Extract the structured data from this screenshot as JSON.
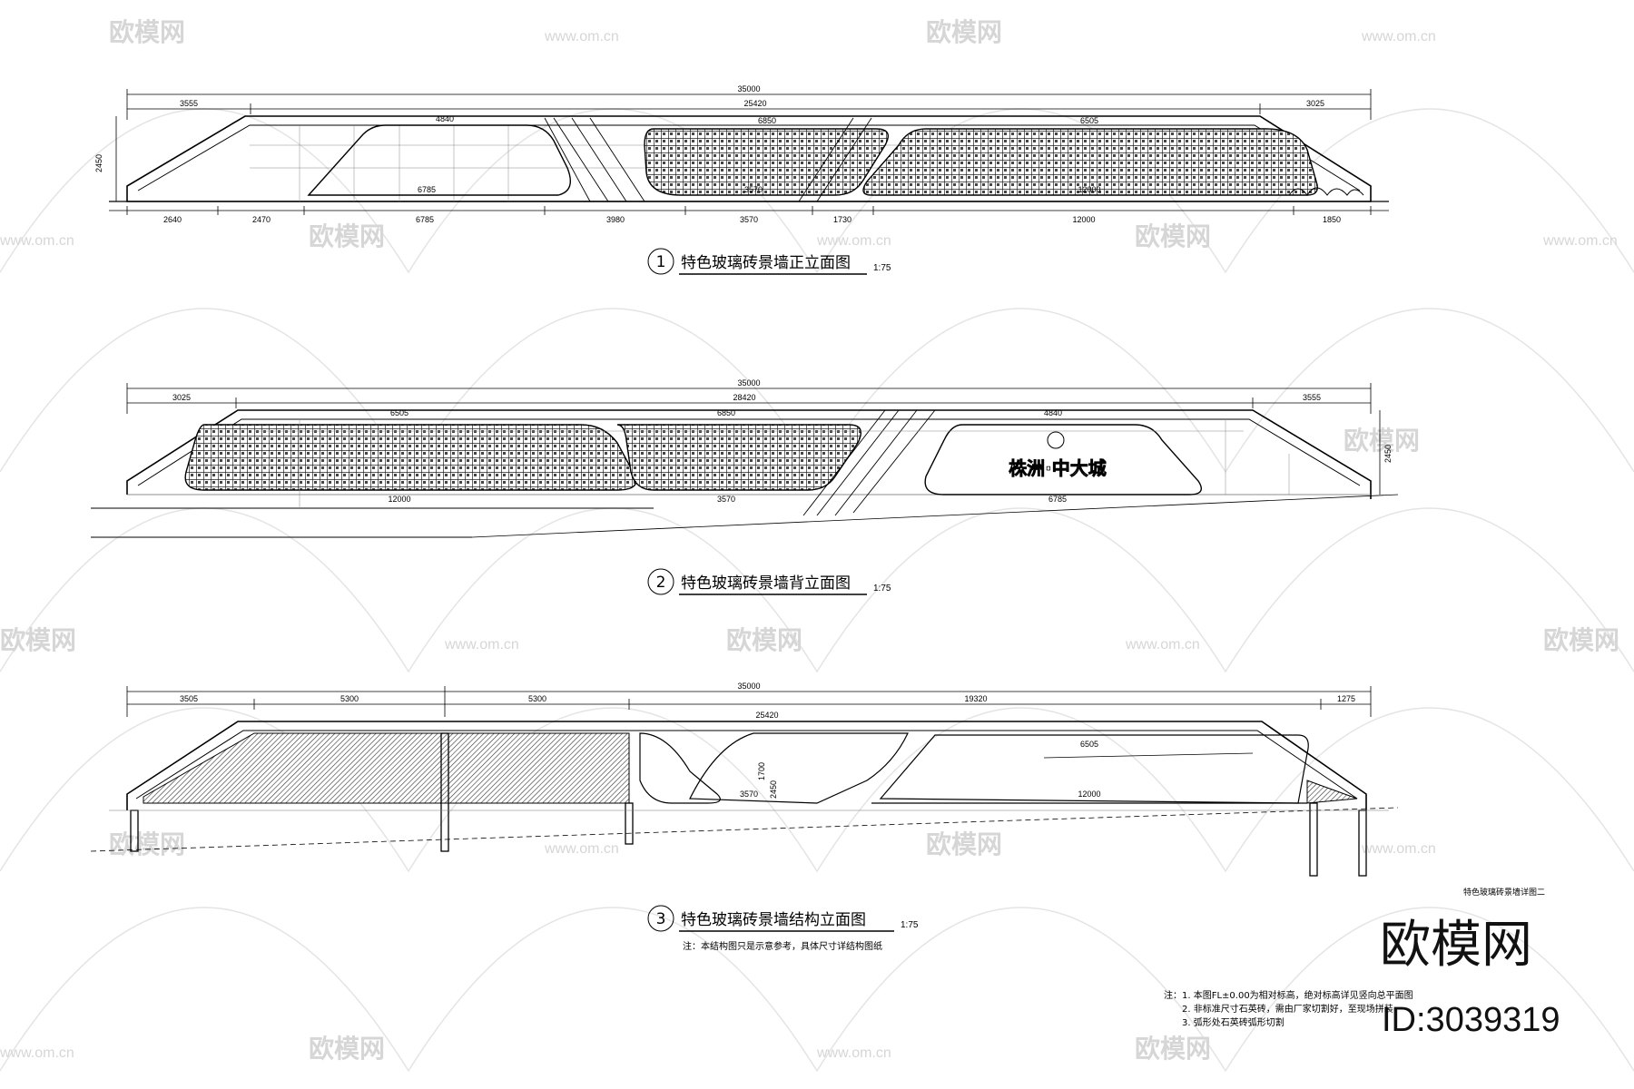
{
  "views": [
    {
      "number": "1",
      "title": "特色玻璃砖景墙正立面图",
      "scale": "1:75",
      "overall_dim": "35000",
      "top_dims": [
        "3555",
        "25420",
        "3025"
      ],
      "bottom_dims": [
        "2640",
        "2470",
        "6785",
        "3980",
        "3570",
        "1730",
        "12000",
        "1850"
      ],
      "inner_dims": [
        "4840",
        "6850",
        "6505",
        "3570",
        "12000",
        "6785",
        "2450"
      ]
    },
    {
      "number": "2",
      "title": "特色玻璃砖景墙背立面图",
      "scale": "1:75",
      "overall_dim": "35000",
      "top_dims": [
        "3025",
        "28420",
        "3555"
      ],
      "inner_dims": [
        "6505",
        "6850",
        "4840",
        "12000",
        "3570",
        "6785",
        "2450"
      ],
      "sign_text": "株洲·中大城"
    },
    {
      "number": "3",
      "title": "特色玻璃砖景墙结构立面图",
      "scale": "1:75",
      "overall_dim": "35000",
      "top_dims": [
        "3505",
        "5300",
        "5300",
        "19320",
        "1275"
      ],
      "mid_dim": "25420",
      "inner_dims": [
        "3570",
        "6505",
        "12000",
        "1700",
        "2450"
      ],
      "note": "注：本结构图只是示意参考，具体尺寸详结构图纸"
    }
  ],
  "sheet_name": "特色玻璃砖景墙详图二",
  "general_notes": [
    "注：1. 本图FL±0.00为相对标高，绝对标高详见竖向总平面图",
    "2. 非标准尺寸石英砖，需由厂家切割好，至现场拼装",
    "3. 弧形处石英砖弧形切割"
  ],
  "watermark": {
    "brand": "欧模网",
    "url": "www.om.cn"
  },
  "stamp": {
    "brand": "欧模网",
    "id": "ID:3039319"
  }
}
